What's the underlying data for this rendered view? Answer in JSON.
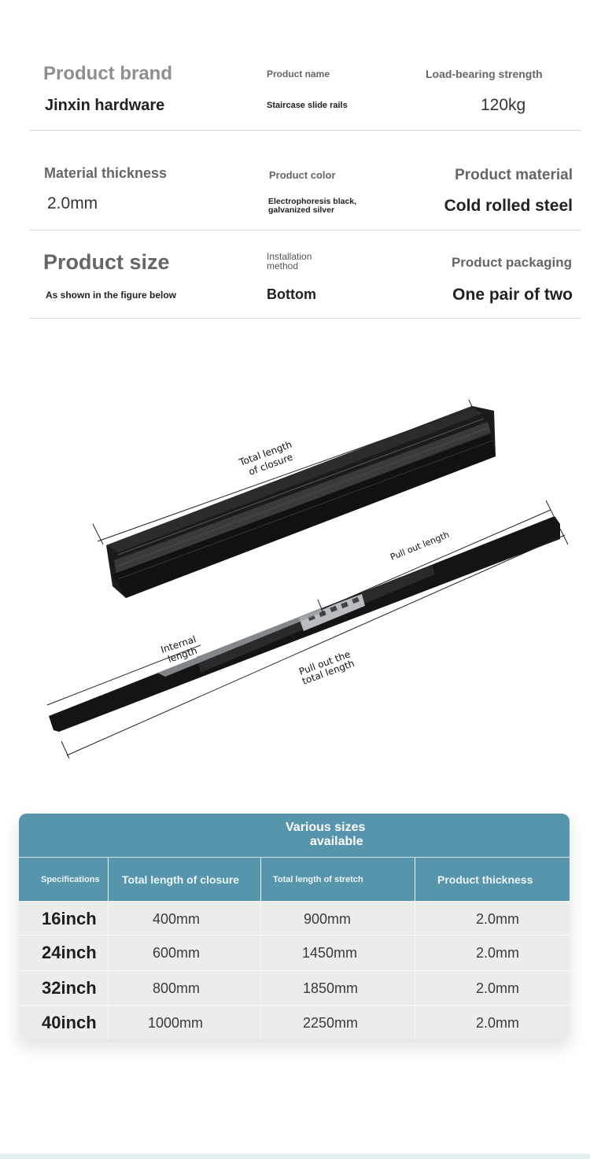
{
  "specs": {
    "rows": [
      {
        "items": [
          {
            "label": "Product brand",
            "value": "Jinxin hardware"
          },
          {
            "label": "Product name",
            "value": "Staircase slide rails"
          },
          {
            "label": "Load-bearing strength",
            "value": "120kg"
          }
        ]
      },
      {
        "items": [
          {
            "label": "Material thickness",
            "value": "2.0mm"
          },
          {
            "label": "Product color",
            "value_line1": "Electrophoresis black,",
            "value_line2": "galvanized silver"
          },
          {
            "label": "Product material",
            "value": "Cold rolled steel"
          }
        ]
      },
      {
        "items": [
          {
            "label": "Product size",
            "value": "As shown in the figure below"
          },
          {
            "label_line1": "Installation",
            "label_line2": "method",
            "value": "Bottom"
          },
          {
            "label": "Product packaging",
            "value": "One pair of two"
          }
        ]
      }
    ]
  },
  "figure": {
    "labels": {
      "closure_line1": "Total length",
      "closure_line2": "of closure",
      "pull_out": "Pull out length",
      "internal_line1": "Internal",
      "internal_line2": "length",
      "total_line1": "Pull out the",
      "total_line2": "total length"
    }
  },
  "size_table": {
    "title_line1": "Various sizes",
    "title_line2": "available",
    "header_color": "#5795ac",
    "columns": [
      "Specifications",
      "Total length of closure",
      "Total length of stretch",
      "Product thickness"
    ],
    "rows": [
      {
        "spec": "16inch",
        "closure": "400mm",
        "stretch": "900mm",
        "thickness": "2.0mm"
      },
      {
        "spec": "24inch",
        "closure": "600mm",
        "stretch": "1450mm",
        "thickness": "2.0mm"
      },
      {
        "spec": "32inch",
        "closure": "800mm",
        "stretch": "1850mm",
        "thickness": "2.0mm"
      },
      {
        "spec": "40inch",
        "closure": "1000mm",
        "stretch": "2250mm",
        "thickness": "2.0mm"
      }
    ]
  }
}
